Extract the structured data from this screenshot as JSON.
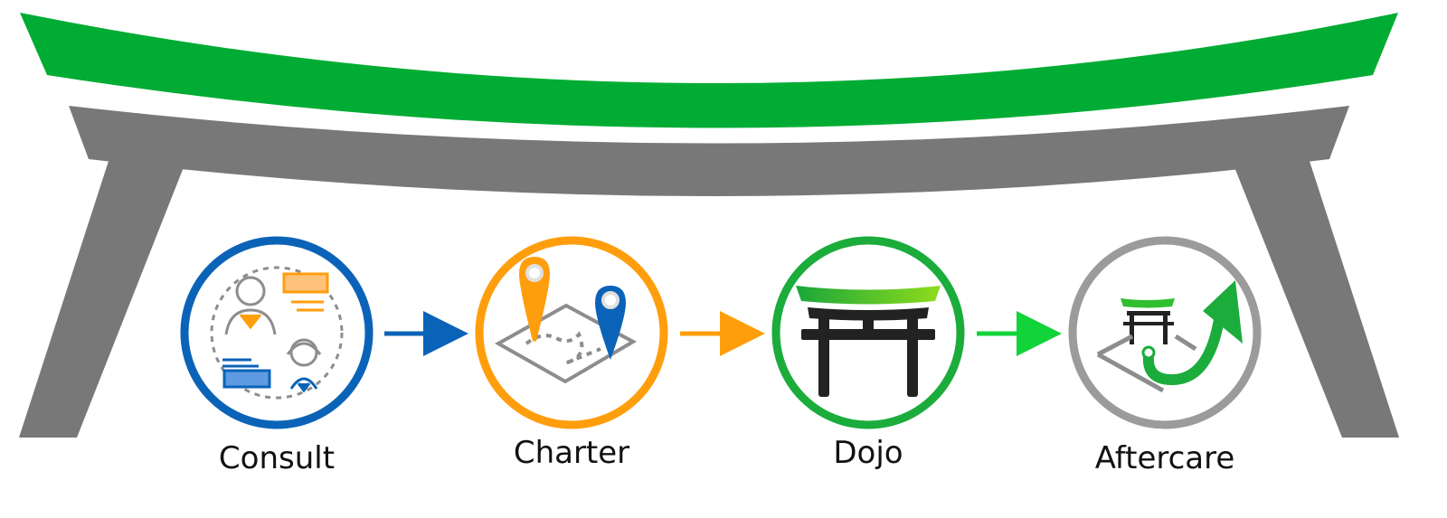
{
  "colors": {
    "green": "#00ac33",
    "gray": "#787878",
    "blue": "#0b63b8",
    "orange": "#ff9e0d",
    "light_gray": "#9b9b9b",
    "bright_green": "#13d33b",
    "black": "#222222"
  },
  "steps": [
    {
      "label": "Consult",
      "color": "blue",
      "icon": "consult-people-icon"
    },
    {
      "label": "Charter",
      "color": "orange",
      "icon": "map-pins-icon"
    },
    {
      "label": "Dojo",
      "color": "green",
      "icon": "torii-gate-icon"
    },
    {
      "label": "Aftercare",
      "color": "light_gray",
      "icon": "upward-arrow-gate-icon"
    }
  ]
}
